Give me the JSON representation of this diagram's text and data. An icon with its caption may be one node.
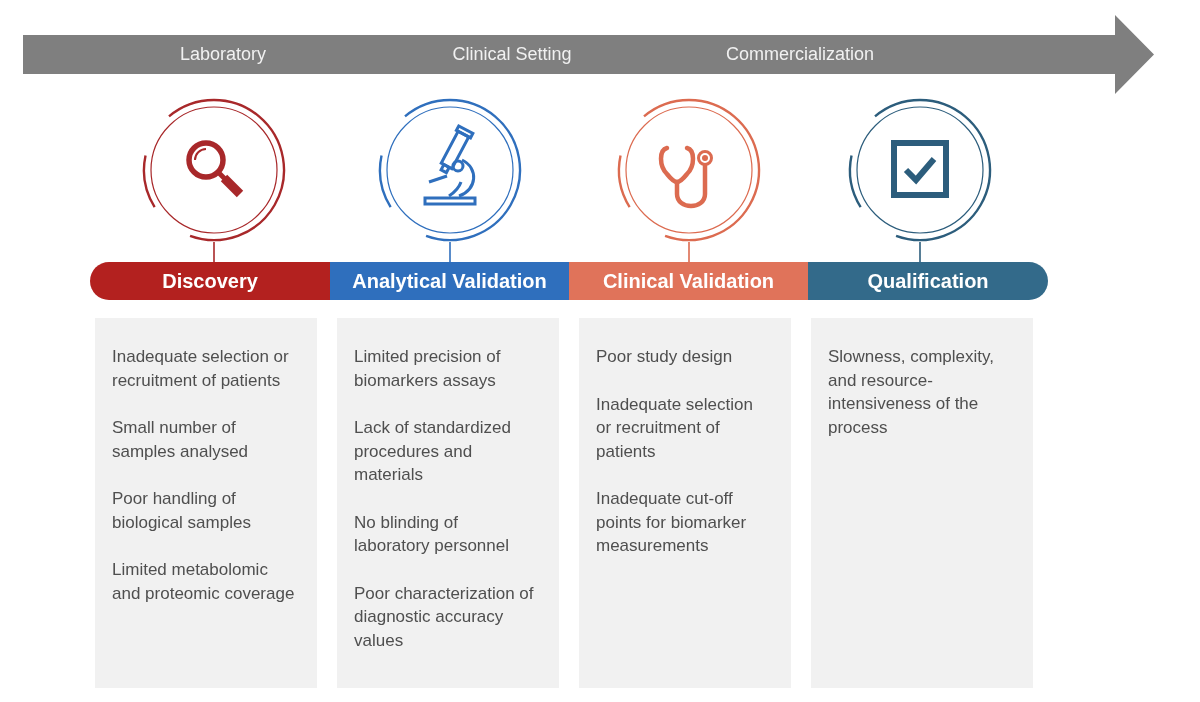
{
  "diagram": {
    "nodes": [
      {
        "text": [
          "Laboratory",
          "Clinical Setting",
          "Commercialization"
        ]
      },
      {
        "text": [],
        "shape": "circle"
      },
      {
        "text": [],
        "shape": "circle"
      },
      {
        "text": [],
        "shape": "circle"
      },
      {
        "text": [],
        "shape": "circle"
      },
      {
        "text": [
          "Discovery"
        ]
      },
      {
        "text": [
          "Analytical Validation"
        ]
      },
      {
        "text": [
          "Clinical Validation"
        ]
      },
      {
        "text": [
          "Qualification"
        ]
      },
      {
        "text": [
          "Inadequate selection or recruitment of patients",
          "Small number of samples analysed",
          "Poor handling of biological samples",
          "Limited metabolomic and proteomic coverage"
        ]
      },
      {
        "text": [
          "Limited precision of biomarkers assays",
          "Lack of standardized procedures and materials",
          "No blinding of laboratory personnel",
          "Poor characterization of diagnostic accuracy values"
        ]
      },
      {
        "text": [
          "Poor study design",
          "Inadequate selection or recruitment of patients",
          "Inadequate cut-off points for biomarker measurements"
        ]
      },
      {
        "text": [
          "Slowness, complexity, and resource-intensiveness of the process"
        ]
      }
    ],
    "edges": [
      {
        "from": 1,
        "to": 5,
        "arrow": "none",
        "color": "#a8282a"
      },
      {
        "from": 2,
        "to": 6,
        "arrow": "none",
        "color": "#2f6fbd"
      },
      {
        "from": 3,
        "to": 7,
        "arrow": "none",
        "color": "#dc6b50"
      },
      {
        "from": 4,
        "to": 8,
        "arrow": "none",
        "color": "#2c5d7c"
      }
    ]
  }
}
